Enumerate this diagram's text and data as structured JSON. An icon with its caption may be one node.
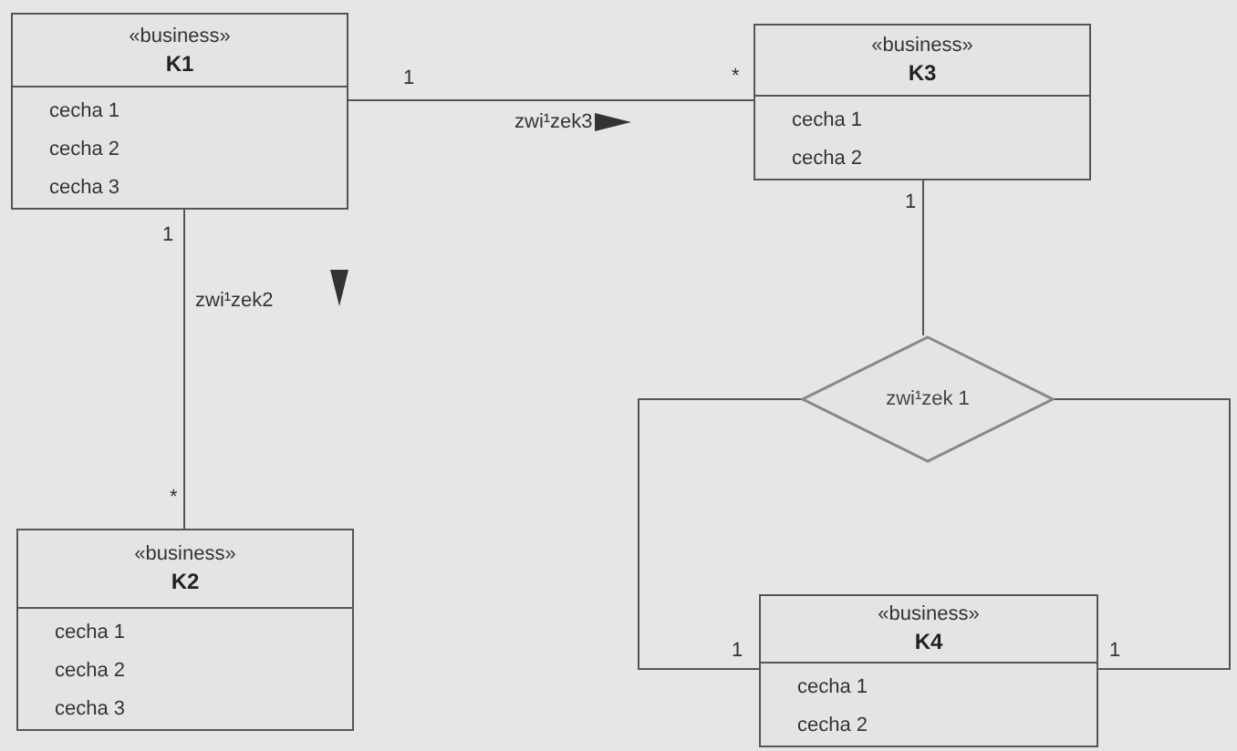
{
  "diagram": {
    "nodes": [
      {
        "text": [
          "«business»",
          "K1",
          "cecha 1",
          "cecha 2",
          "cecha 3"
        ]
      },
      {
        "text": [
          "«business»",
          "K3",
          "cecha 1",
          "cecha 2"
        ]
      },
      {
        "text": [
          "«business»",
          "K2",
          "cecha 1",
          "cecha 2",
          "cecha 3"
        ]
      },
      {
        "text": [
          "zwi¹zek 1"
        ]
      },
      {
        "text": [
          "«business»",
          "K4",
          "cecha 1",
          "cecha 2"
        ]
      }
    ],
    "edges": [
      {
        "from": 0,
        "to": 1,
        "arrow": "other",
        "label": "zwi¹zek3"
      },
      {
        "from": 0,
        "to": 2,
        "arrow": "none",
        "label": "zwi¹zek2"
      },
      {
        "from": 1,
        "to": 3,
        "arrow": "none"
      },
      {
        "from": 3,
        "to": 4,
        "arrow": "none"
      },
      {
        "from": 3,
        "to": 4,
        "arrow": "none"
      }
    ],
    "labels": [
      "1",
      "*",
      "1",
      "*",
      "1",
      "1",
      "1"
    ]
  }
}
